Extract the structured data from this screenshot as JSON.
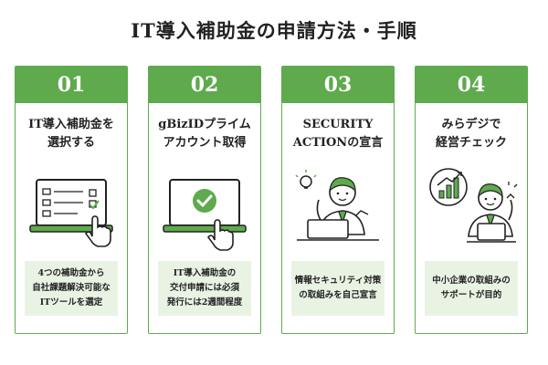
{
  "page": {
    "title": "IT導入補助金の申請方法・手順"
  },
  "colors": {
    "accent": "#5eaa4d",
    "light": "#e9f3e4",
    "text": "#222222"
  },
  "steps": [
    {
      "number": "01",
      "title_lines": [
        "IT導入補助金を",
        "選択する"
      ],
      "desc_lines": [
        "4つの補助金から",
        "自社課題解決可能な",
        "ITツールを選定"
      ],
      "icon": "laptop-checklist-icon"
    },
    {
      "number": "02",
      "title_lines": [
        "gBizIDプライム",
        "アカウント取得"
      ],
      "desc_lines": [
        "IT導入補助金の",
        "交付申請には必須",
        "発行には2週間程度"
      ],
      "icon": "laptop-check-icon"
    },
    {
      "number": "03",
      "title_lines": [
        "SECURITY",
        "ACTIONの宣言"
      ],
      "desc_lines": [
        "情報セキュリティ対策",
        "の取組みを自己宣言"
      ],
      "icon": "person-lightbulb-icon"
    },
    {
      "number": "04",
      "title_lines": [
        "みらデジで",
        "経営チェック"
      ],
      "desc_lines": [
        "中小企業の取組みの",
        "サポートが目的"
      ],
      "icon": "person-growth-chart-icon"
    }
  ]
}
